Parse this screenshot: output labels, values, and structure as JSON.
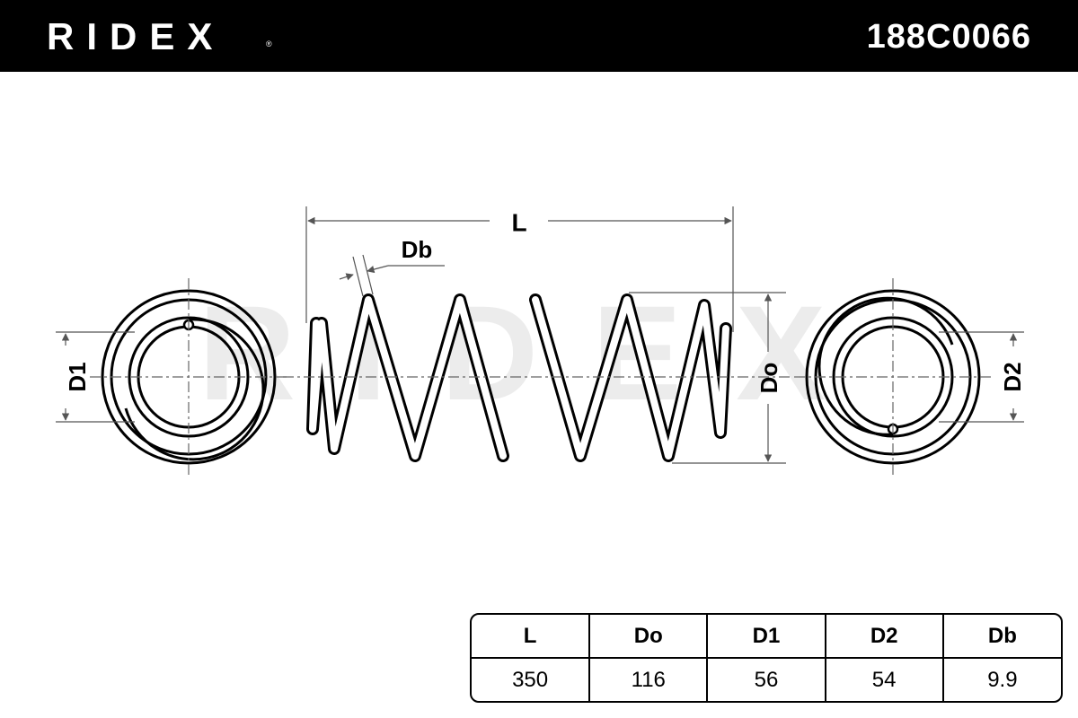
{
  "header": {
    "brand": "RIDEX",
    "trademark": "®",
    "part_number": "188C0066"
  },
  "watermark": "RIDEX",
  "drawing": {
    "labels": {
      "length": "L",
      "wire": "Db",
      "outer": "Do",
      "end1": "D1",
      "end2": "D2"
    }
  },
  "specs": {
    "headers": [
      "L",
      "Do",
      "D1",
      "D2",
      "Db"
    ],
    "values": [
      "350",
      "116",
      "56",
      "54",
      "9.9"
    ]
  }
}
